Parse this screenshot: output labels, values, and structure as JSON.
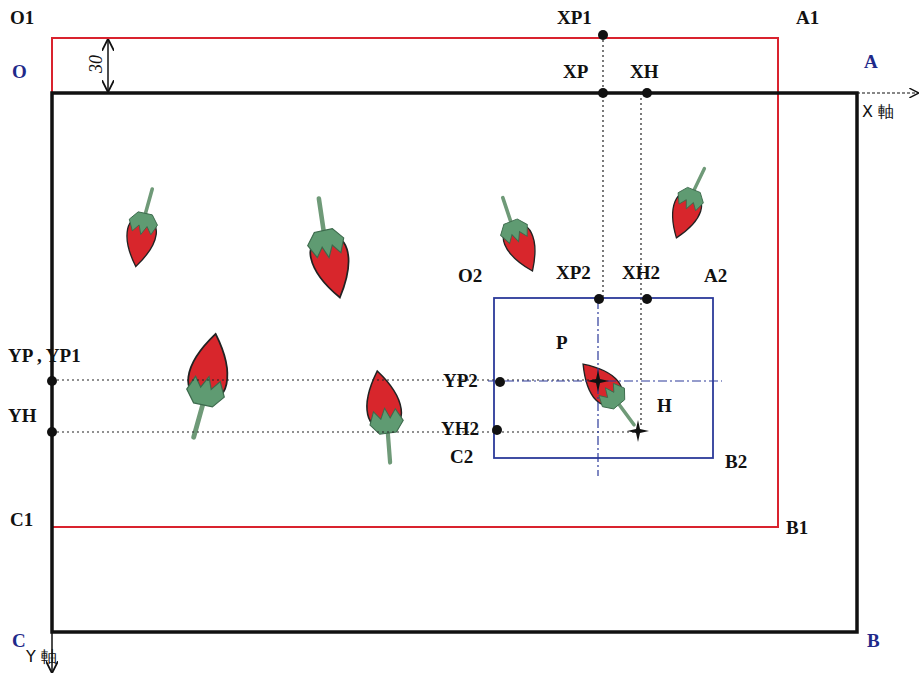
{
  "diagram": {
    "labels": [
      "O1",
      "A1",
      "O",
      "30",
      "XP1",
      "XP",
      "XH",
      "A",
      "X 軸",
      "O2",
      "XP2",
      "XH2",
      "A2",
      "YP , YP1",
      "YP2",
      "P",
      "YH",
      "YH2",
      "H",
      "C2",
      "B2",
      "C1",
      "B1",
      "C",
      "B",
      "Y 軸"
    ]
  }
}
